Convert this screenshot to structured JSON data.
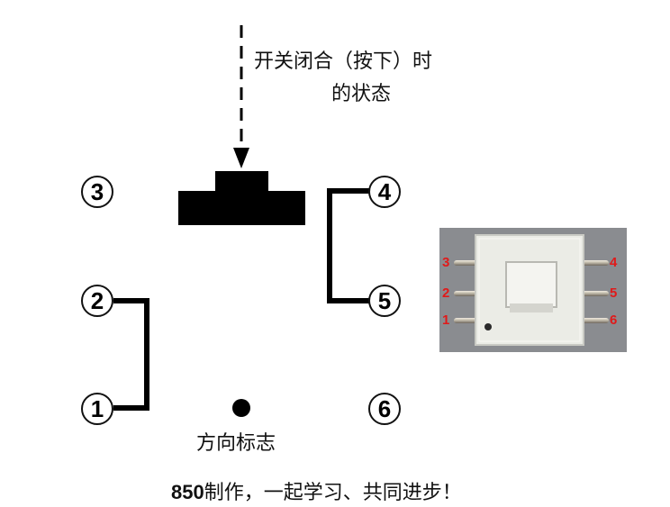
{
  "state_caption": {
    "line1": "开关闭合（按下）时",
    "line2": "的状态"
  },
  "terminals": [
    "3",
    "2",
    "1",
    "4",
    "5",
    "6"
  ],
  "orientation_label": "方向标志",
  "footer": {
    "bold": "850",
    "rest": "制作，一起学习、共同进步！"
  },
  "photo_labels": {
    "left": [
      "3",
      "2",
      "1"
    ],
    "right": [
      "4",
      "5",
      "6"
    ]
  },
  "colors": {
    "line": "#000000",
    "pin_label": "#e01a1a",
    "photo_bg": "#8a8c90",
    "switch_body": "#ebece6"
  },
  "icons": [
    "down-arrow-icon",
    "orientation-dot-icon"
  ]
}
